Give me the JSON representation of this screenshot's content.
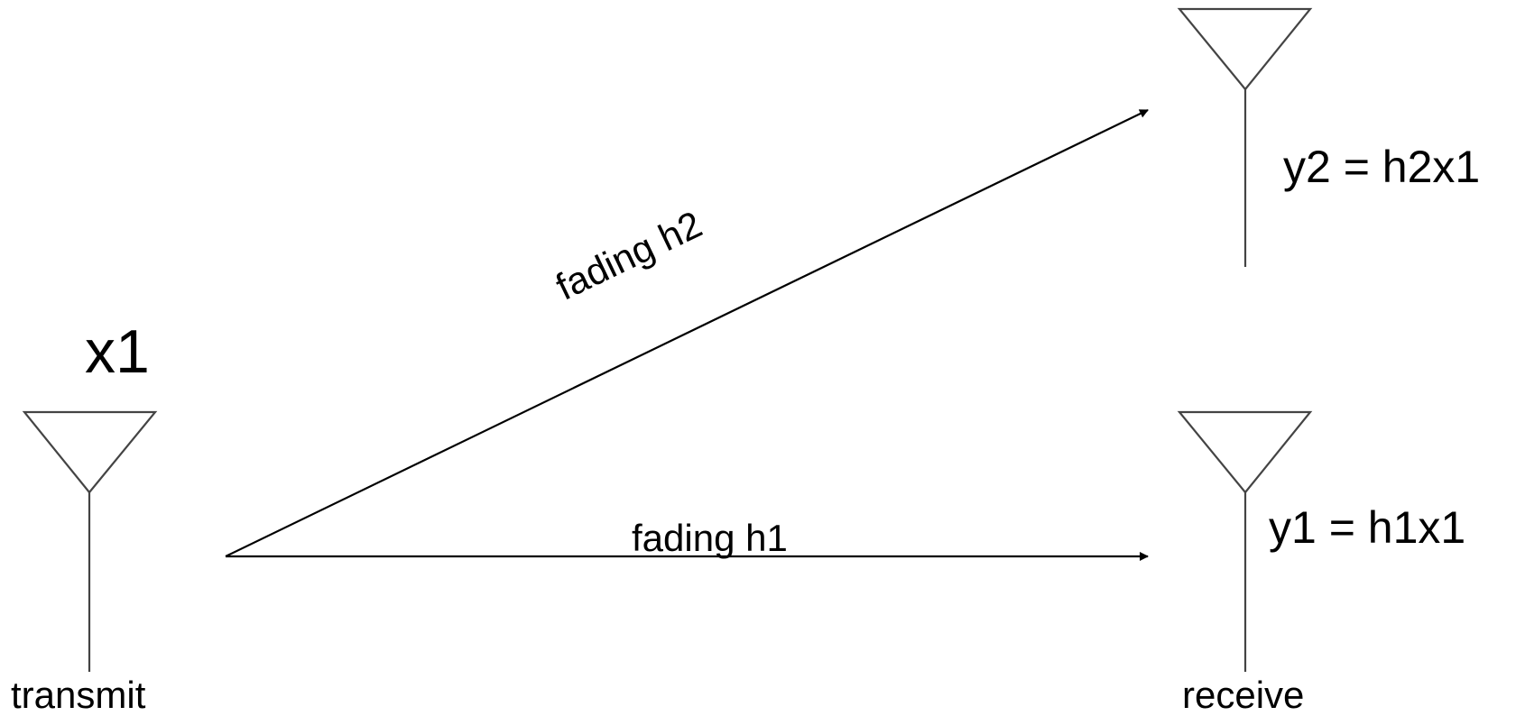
{
  "colors": {
    "ink": "#000000",
    "antenna": "#444444"
  },
  "icons": {
    "transmit_antenna": "antenna-icon",
    "receive_antenna_top": "antenna-icon",
    "receive_antenna_bottom": "antenna-icon",
    "arrow": "arrow-icon"
  },
  "labels": {
    "input_signal": "x1",
    "transmit": "transmit",
    "receive": "receive",
    "output_top": "y2 = h2x1",
    "output_bottom": "y1 = h1x1",
    "path_top": "fading h2",
    "path_bottom": "fading h1"
  }
}
